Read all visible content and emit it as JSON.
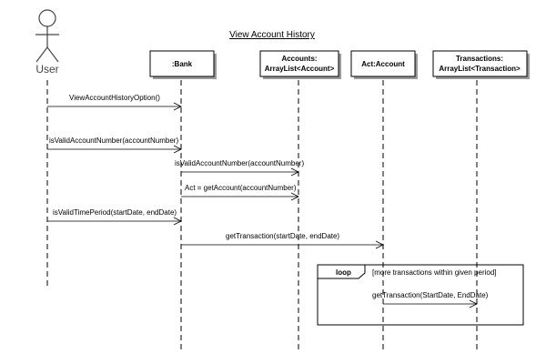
{
  "diagram": {
    "title": "View Account History",
    "actor": {
      "name": "User"
    },
    "participants": [
      {
        "id": "bank",
        "lines": [
          ":Bank"
        ]
      },
      {
        "id": "accounts",
        "lines": [
          "Accounts:",
          "ArrayList<Account>"
        ]
      },
      {
        "id": "act",
        "lines": [
          "Act:Account"
        ]
      },
      {
        "id": "transactions",
        "lines": [
          "Transactions:",
          "ArrayList<Transaction>"
        ]
      }
    ],
    "messages": [
      {
        "from": "user",
        "to": "bank",
        "label": "ViewAccountHistoryOption()"
      },
      {
        "from": "user",
        "to": "bank",
        "label": "isValidAccountNumber(accountNumber)"
      },
      {
        "from": "bank",
        "to": "accounts",
        "label": "isValidAccountNumber(accountNumber)"
      },
      {
        "from": "bank",
        "to": "accounts",
        "label": "Act = getAccount(accountNumber)"
      },
      {
        "from": "user",
        "to": "bank",
        "label": "isValidTimePeriod(startDate, endDate)"
      },
      {
        "from": "bank",
        "to": "act",
        "label": "getTransaction(startDate, endDate)"
      },
      {
        "from": "act",
        "to": "transactions",
        "label": "getTransaction(StartDate, EndDate)"
      }
    ],
    "fragment": {
      "operator": "loop",
      "guard": "[more transactions within given period]"
    }
  }
}
